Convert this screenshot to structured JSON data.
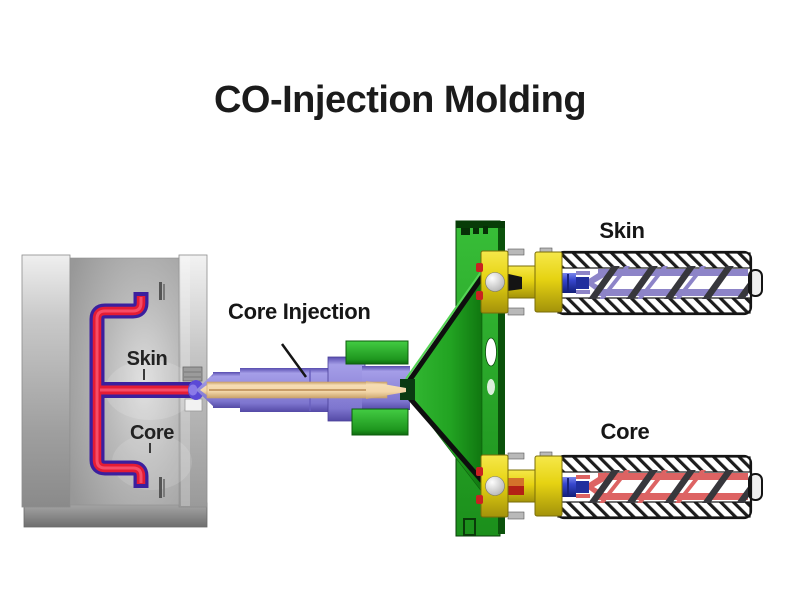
{
  "title": "CO-Injection Molding",
  "diagram": {
    "mold": {
      "skin_label": "Skin",
      "core_label": "Core"
    },
    "nozzle": {
      "label": "Core Injection"
    },
    "skin_unit": {
      "label": "Skin"
    },
    "core_unit": {
      "label": "Core"
    }
  },
  "colors": {
    "background": "#ffffff",
    "label_text": "#1b1b1b",
    "skin_blue": "#3b1f9e",
    "core_red": "#e41c34",
    "core_red_highlight": "#fa5570",
    "skin_melt": "#8d84c8",
    "core_melt": "#dd6363",
    "nozzle_purple": "#8f88da",
    "melt_channel_tan": "#f4d9ae",
    "manifold_green": "#2db02d",
    "connector_yellow": "#e8d41c",
    "machine_nozzle_blue": "#2b3bc9",
    "mold_gray": "#b5b5b5",
    "screw_flight_gray": "#37373c"
  }
}
